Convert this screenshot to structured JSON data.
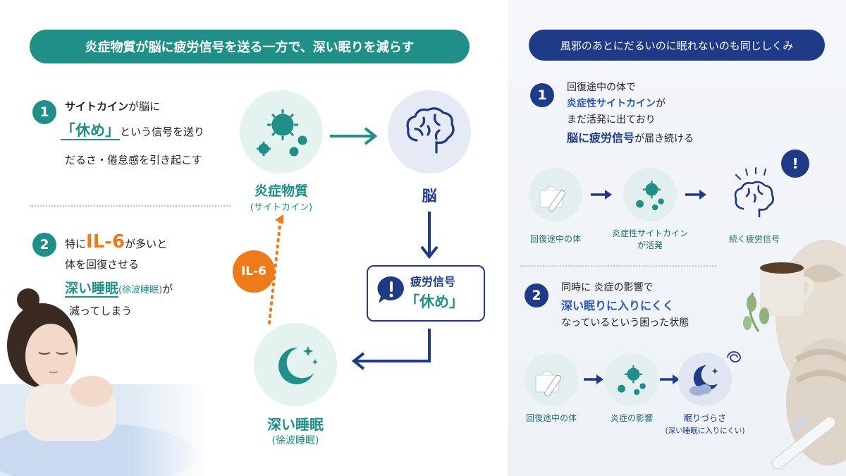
{
  "left": {
    "header": "炎症物質が脳に疲労信号を送る一方で、深い眠りを減らす",
    "point1": {
      "num": "1",
      "line1_a": "サイトカイン",
      "line1_b": "が脳に",
      "line2_a": "「休め」",
      "line2_b": "という信号を送り",
      "line3": "だるさ・倦怠感を引き起こす"
    },
    "point2": {
      "num": "2",
      "line1_a": "特に",
      "line1_b": "IL-6",
      "line1_c": "が多いと",
      "line2": "体を回復させる",
      "line3_a": "深い睡眠",
      "line3_b": "(徐波睡眠)",
      "line3_c": "が",
      "line4": "減ってしまう"
    },
    "cycle": {
      "inflammatory_label": "炎症物質",
      "inflammatory_sub": "(サイトカイン)",
      "brain_label": "脳",
      "fatigue_title": "疲労信号",
      "fatigue_msg": "「休め」",
      "sleep_label": "深い睡眠",
      "sleep_sub": "(徐波睡眠)",
      "il6": "IL-6"
    }
  },
  "right": {
    "header": "風邪のあとにだるいのに眠れないのも同じしくみ",
    "point1": {
      "num": "1",
      "line1": "回復途中の体で",
      "line2": "炎症性サイトカイン",
      "line2_b": "が",
      "line3": "まだ活発に出ており",
      "line4_a": "脳に疲労信号",
      "line4_b": "が届き続ける"
    },
    "flow1": {
      "step1": "回復途中の体",
      "step2_a": "炎症性サイトカイン",
      "step2_b": "が活発",
      "step3": "続く疲労信号",
      "alert": "!"
    },
    "point2": {
      "num": "2",
      "line1": "同時に 炎症の影響で",
      "line2": "深い眠りに入りにくく",
      "line3": "なっているという困った状態"
    },
    "flow2": {
      "step1": "回復途中の体",
      "step2": "炎症の影響",
      "step3": "眠りづらさ",
      "step3_sub": "(深い睡眠に入りにくい)"
    }
  },
  "colors": {
    "teal": "#1f8f87",
    "navy": "#1f3a86",
    "orange": "#ee7a1c"
  }
}
